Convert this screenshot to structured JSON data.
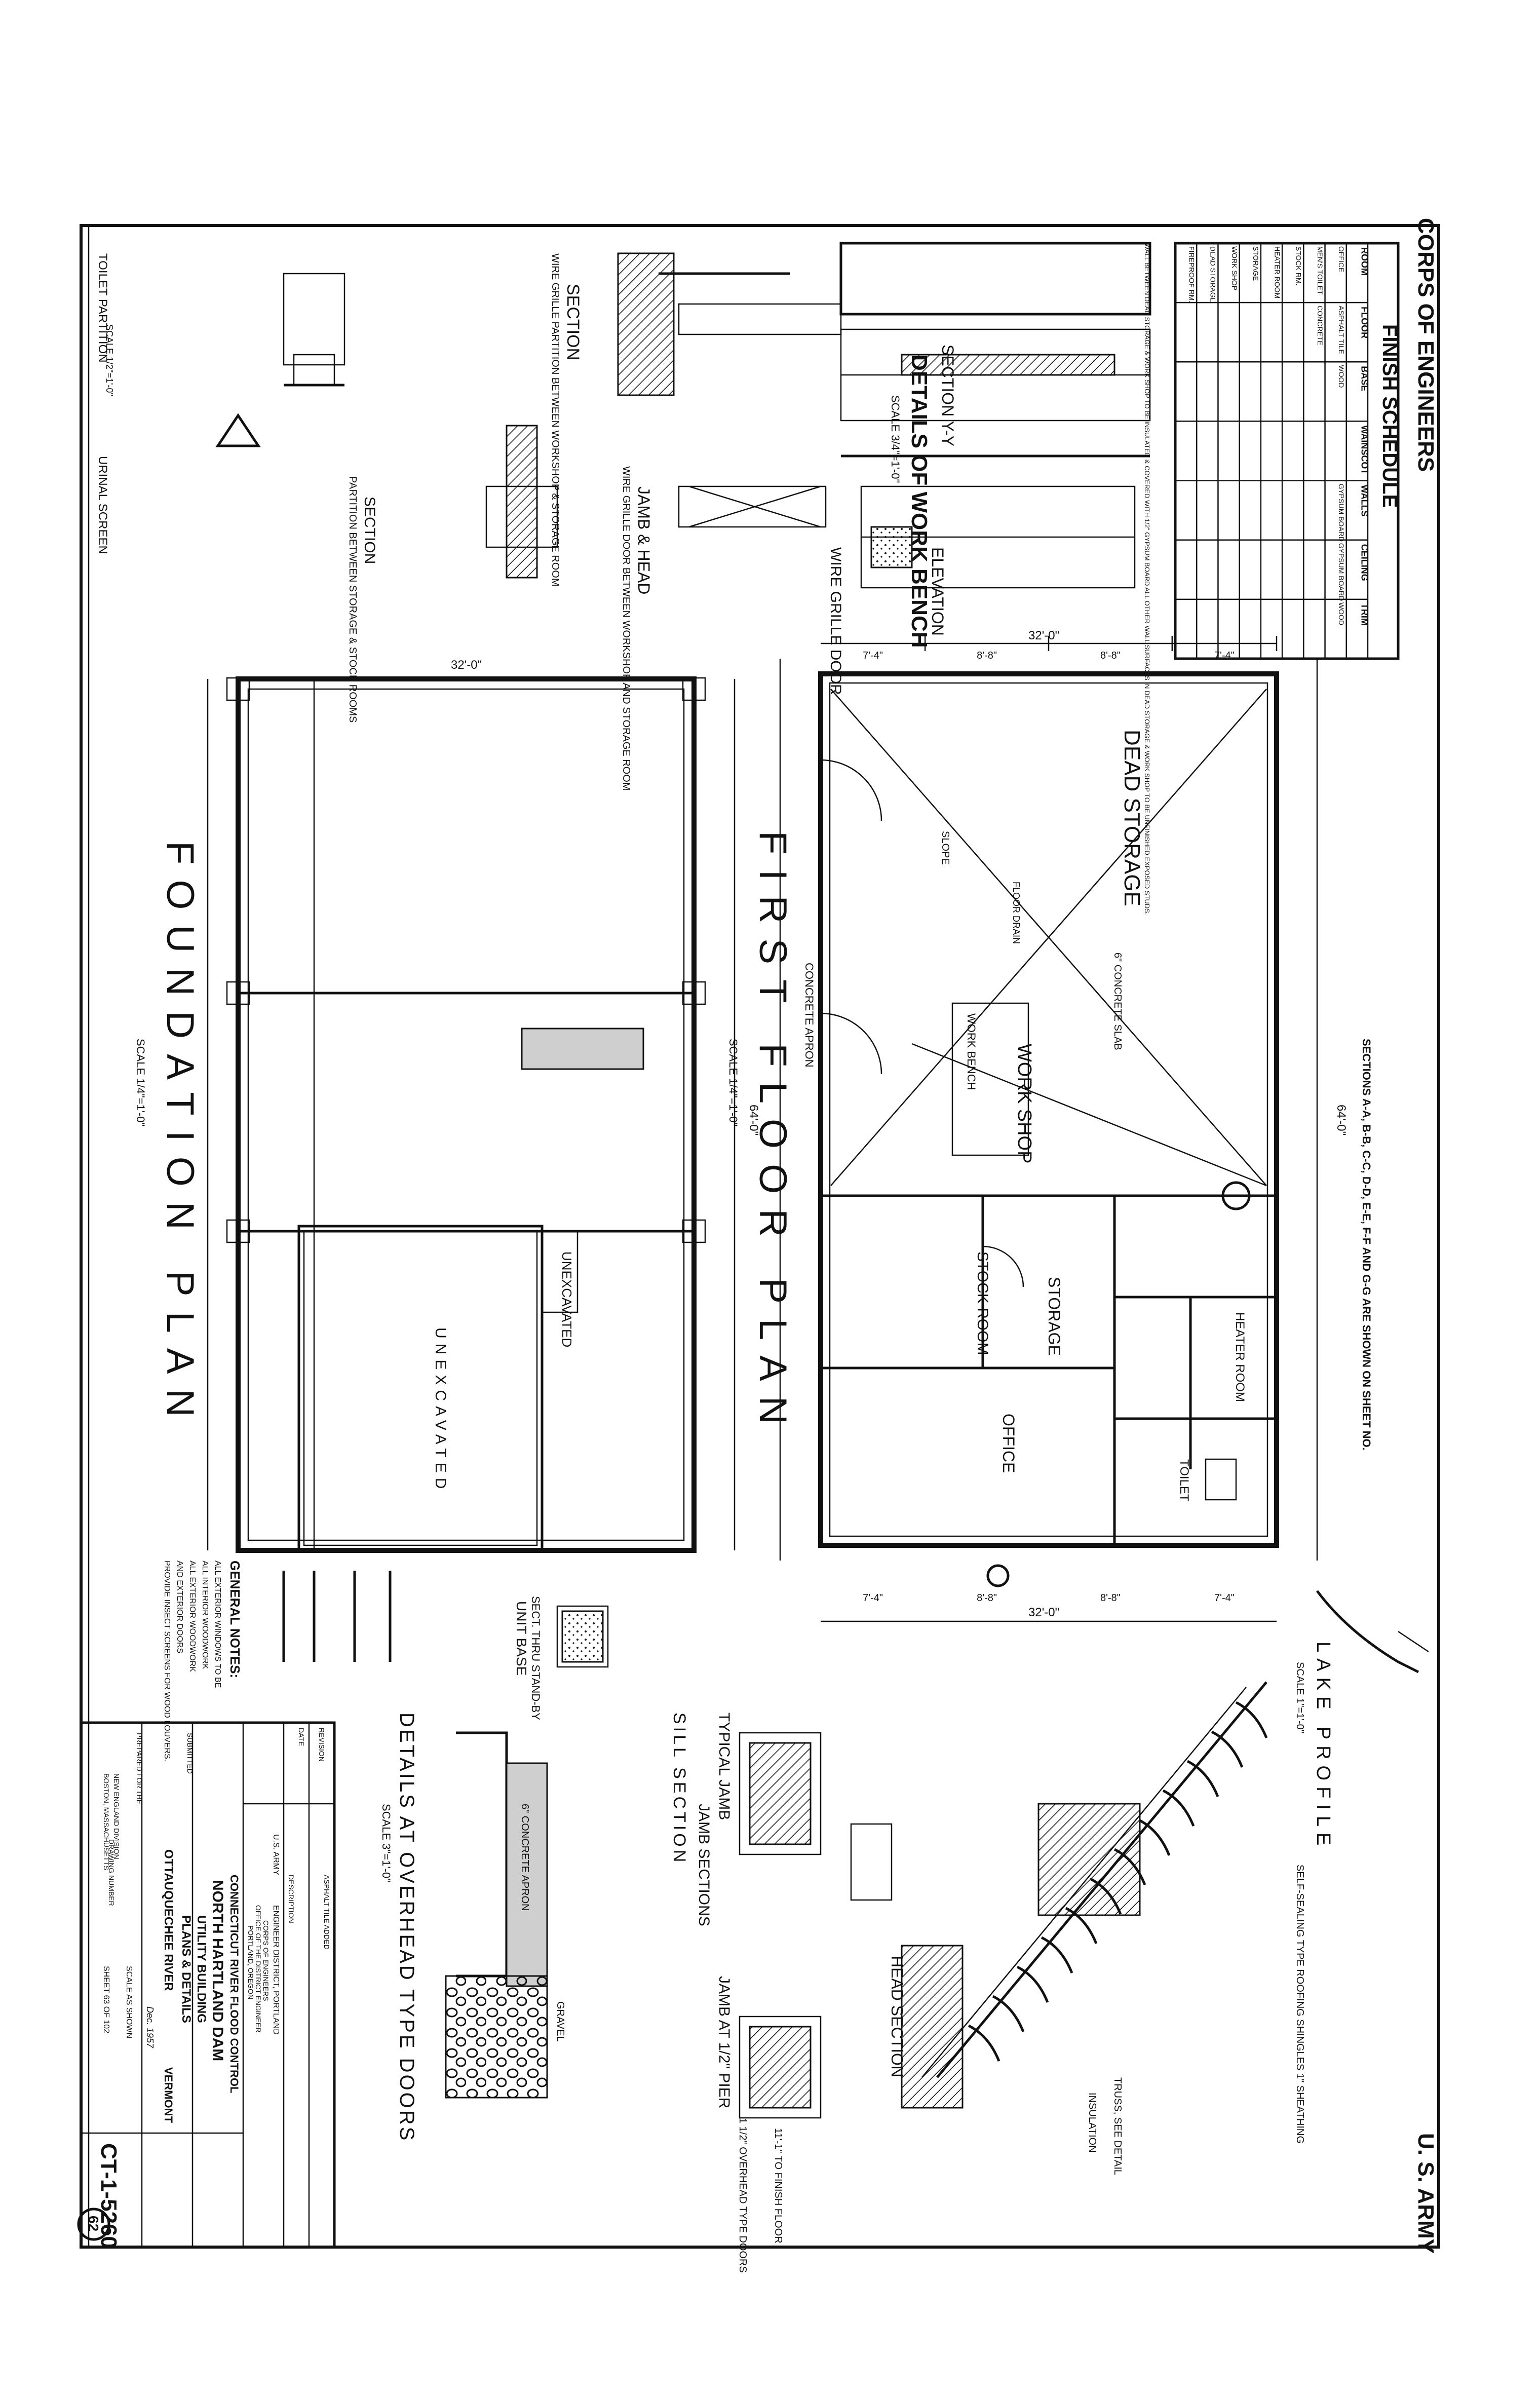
{
  "border": {
    "top_left": "CORPS OF ENGINEERS",
    "top_right": "U. S. ARMY"
  },
  "finish_schedule": {
    "title": "FINISH SCHEDULE",
    "headers": [
      "ROOM",
      "FLOOR",
      "BASE",
      "WAINSCOT",
      "WALLS",
      "CEILING",
      "TRIM"
    ],
    "rows": [
      [
        "OFFICE",
        "ASPHALT TILE",
        "WOOD",
        "",
        "GYPSUM BOARD",
        "GYPSUM BOARD",
        "WOOD"
      ],
      [
        "MEN'S TOILET",
        "CONCRETE",
        "",
        "",
        "",
        "",
        ""
      ],
      [
        "STOCK RM.",
        "",
        "",
        "",
        "",
        "",
        ""
      ],
      [
        "HEATER ROOM",
        "",
        "",
        "",
        "",
        "",
        ""
      ],
      [
        "STORAGE",
        "",
        "",
        "",
        "",
        "",
        ""
      ],
      [
        "WORK SHOP",
        "",
        "",
        "",
        "",
        "",
        ""
      ],
      [
        "DEAD STORAGE",
        "",
        "",
        "",
        "",
        "",
        ""
      ],
      [
        "FIREPROOF RM.",
        "",
        "",
        "",
        "",
        "",
        ""
      ]
    ],
    "note": "WALL BETWEEN DEAD STORAGE & WORK SHOP TO BE INSULATED & COVERED WITH 1/2\" GYPSUM BOARD ALL OTHER WALL SURFACES IN DEAD STORAGE & WORK SHOP TO BE UNFINISHED EXPOSED STUDS."
  },
  "sections_note": "SECTIONS A-A, B-B, C-C, D-D, E-E, F-F AND G-G ARE SHOWN ON SHEET NO.",
  "first_floor": {
    "title": "FIRST FLOOR PLAN",
    "scale": "SCALE 1/4\"=1'-0\"",
    "overall_width": "64'-0\"",
    "overall_depth": "32'-0\"",
    "top_dims": [
      "7'-4\"",
      "8'-8\"",
      "8'-8\"",
      "7'-4\""
    ],
    "bottom_dims": [
      "7'-4\"",
      "8'-8\"",
      "8'-8\"",
      "7'-4\""
    ],
    "rooms": [
      "DEAD STORAGE",
      "WORK SHOP",
      "STORAGE",
      "STOCK ROOM",
      "OFFICE",
      "HEATER ROOM",
      "TOILET"
    ],
    "labels": [
      "CONCRETE APRON",
      "WORK BENCH",
      "SLOPE",
      "FLOOR DRAIN",
      "6\" CONCRETE SLAB",
      "CONCRETE"
    ]
  },
  "foundation": {
    "title": "FOUNDATION PLAN",
    "scale": "SCALE 1/4\"=1'-0\"",
    "overall_width": "64'-0\"",
    "overall_depth": "32'-0\"",
    "labels": [
      "UNEXCAVATED",
      "UNEXCAVATED"
    ]
  },
  "general_notes": {
    "title": "GENERAL NOTES:",
    "lines": [
      "ALL EXTERIOR WINDOWS TO BE",
      "ALL INTERIOR WOODWORK",
      "ALL EXTERIOR WOODWORK",
      "AND EXTERIOR DOORS",
      "PROVIDE INSECT SCREENS FOR WOOD LOUVERS."
    ]
  },
  "details": {
    "work_bench_title": "DETAILS OF WORK BENCH",
    "work_bench_scale": "SCALE 3/4\"=1'-0\"",
    "section_yy": "SECTION Y-Y",
    "elevation": "ELEVATION",
    "wire_grille_door": "WIRE GRILLE DOOR",
    "jamb_head": "JAMB & HEAD",
    "jamb_head_sub": "WIRE GRILLE DOOR BETWEEN WORKSHOP AND STORAGE ROOM",
    "section_wire": "SECTION",
    "section_wire_sub": "WIRE GRILLE PARTITION BETWEEN WORKSHOP & STORAGE ROOM",
    "section_part": "SECTION",
    "section_part_sub": "PARTITION BETWEEN STORAGE & STOCK ROOMS",
    "toilet_partition": "TOILET PARTITION",
    "urinal_screen": "URINAL SCREEN",
    "toilet_scale": "SCALE 1/2\"=1'-0\"",
    "lake_profile": "LAKE PROFILE",
    "lake_scale": "SCALE 1\"=1'-0\"",
    "head_section": "HEAD SECTION",
    "typical_jamb": "TYPICAL JAMB",
    "jamb_sections": "JAMB SECTIONS",
    "jamb_at_pier": "JAMB AT 1/2\" PIER",
    "sill_section": "SILL SECTION",
    "overhead_title": "DETAILS AT OVERHEAD TYPE DOORS",
    "overhead_scale": "SCALE 3\"=1'-0\"",
    "unit_base": "UNIT BASE",
    "sect_thru": "SECT. THRU STAND-BY",
    "finish_floor": "11'-1\" TO FINISH FLOOR",
    "overhead_doors": "1 1/2\" OVERHEAD TYPE DOORS",
    "concrete_apron": "6\" CONCRETE APRON",
    "gravel": "GRAVEL",
    "roof_note": "SELF-SEALING TYPE ROOFING SHINGLES 1\" SHEATHING",
    "truss_note": "TRUSS, SEE DETAIL",
    "insulation": "INSULATION"
  },
  "title_block": {
    "agency": "U.S. ARMY",
    "district": "ENGINEER DISTRICT, PORTLAND",
    "corps": "CORPS OF ENGINEERS",
    "office": "OFFICE OF THE DISTRICT ENGINEER",
    "city": "PORTLAND, OREGON",
    "project": "CONNECTICUT RIVER FLOOD CONTROL",
    "dam": "NORTH HARTLAND DAM",
    "building": "UTILITY BUILDING",
    "sheet_name": "PLANS & DETAILS",
    "river": "OTTAUQUECHEE RIVER",
    "state": "VERMONT",
    "date": "Dec. 1957",
    "scale": "SCALE AS SHOWN",
    "sheet": "SHEET 63 OF 102",
    "drawing_label": "DRAWING NUMBER",
    "drawing_no": "CT-1-5260",
    "circle_no": "62",
    "revision_col": [
      "REVISION",
      "DATE",
      "DESCRIPTION"
    ],
    "revision_text": "ASPHALT TILE ADDED",
    "submitted": "SUBMITTED",
    "prepared": "PREPARED FOR THE",
    "new_england": "NEW ENGLAND DIVISION",
    "boston": "BOSTON, MASSACHUSETTS"
  }
}
